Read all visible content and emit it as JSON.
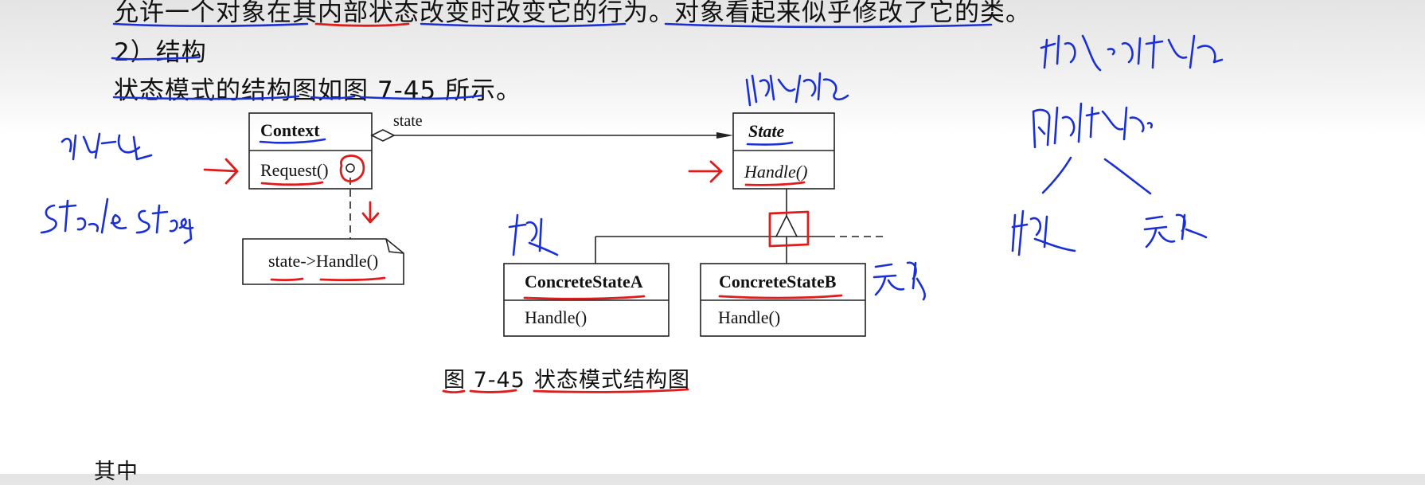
{
  "text": {
    "line1": "允许一个对象在其内部状态改变时改变它的行为。对象看起来似乎修改了它的类。",
    "line2": "2）结构",
    "line3": "状态模式的结构图如图 7-45 所示。",
    "caption_fig": "图 7-45",
    "caption_title": "状态模式结构图",
    "bottom_partial": "其中"
  },
  "uml": {
    "context_name": "Context",
    "context_op": "Request()",
    "association_label": "state",
    "state_name": "State",
    "state_op": "Handle()",
    "note_text": "state->Handle()",
    "concrete_a_name": "ConcreteStateA",
    "concrete_a_op": "Handle()",
    "concrete_b_name": "ConcreteStateB",
    "concrete_b_op": "Handle()"
  },
  "colors": {
    "ink_blue": "#1a2fd6",
    "ink_red": "#e01b1b",
    "diagram_line": "#222222"
  }
}
